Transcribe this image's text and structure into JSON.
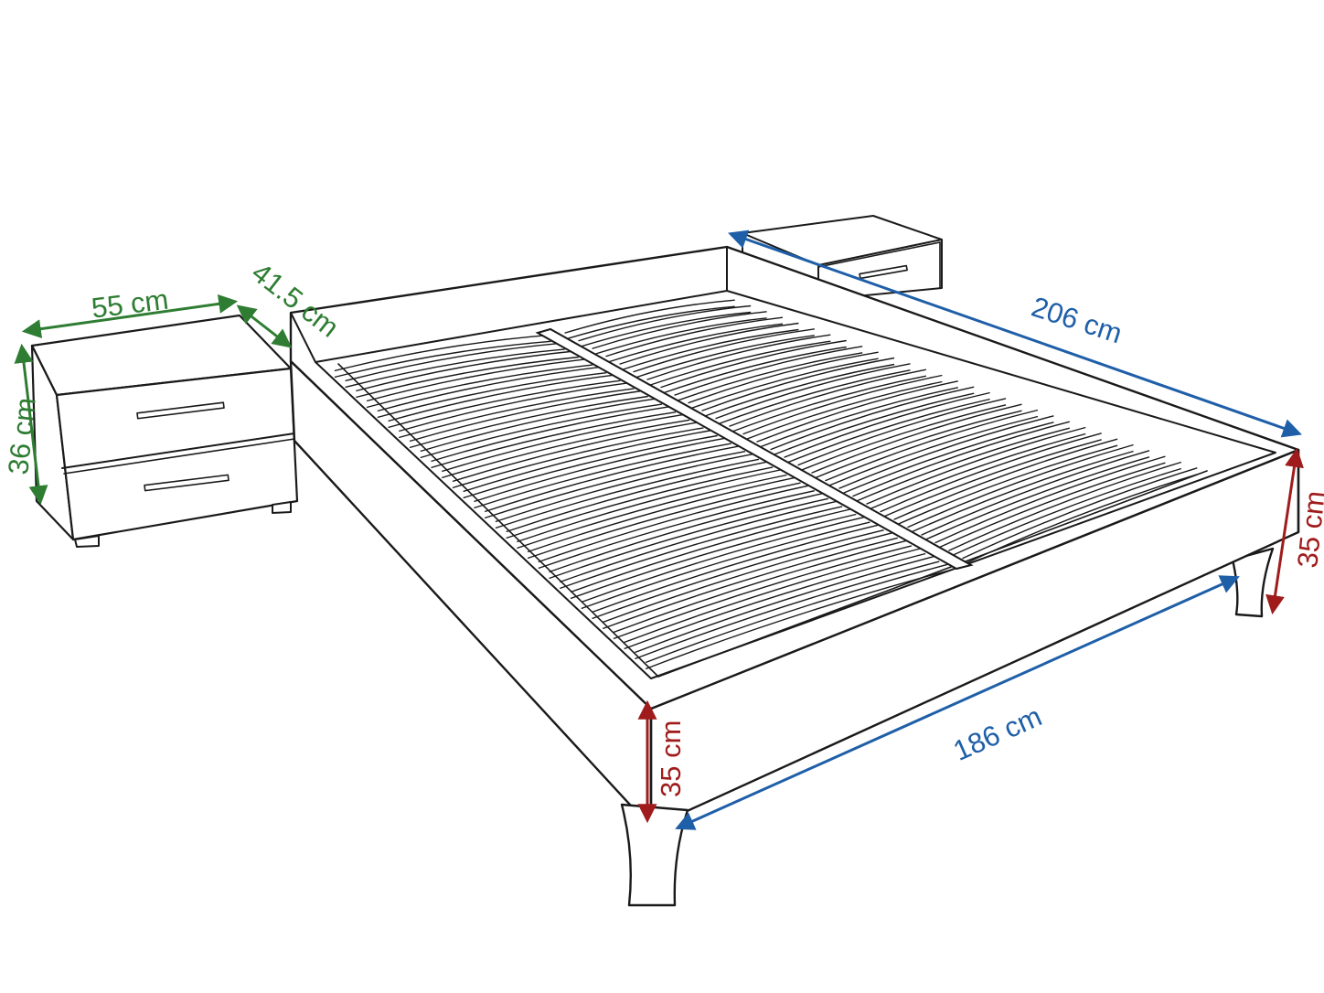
{
  "colors": {
    "width_dims": "#2e7d32",
    "length_dims": "#1f5fa8",
    "height_dims": "#a01c1c",
    "ink": "#1a1a1a"
  },
  "dimensions": {
    "nightstand_width": "55 cm",
    "nightstand_depth": "41.5 cm",
    "nightstand_height": "36 cm",
    "bed_length": "206 cm",
    "bed_width": "186 cm",
    "bed_height_front": "35 cm",
    "bed_height_right": "35 cm"
  }
}
